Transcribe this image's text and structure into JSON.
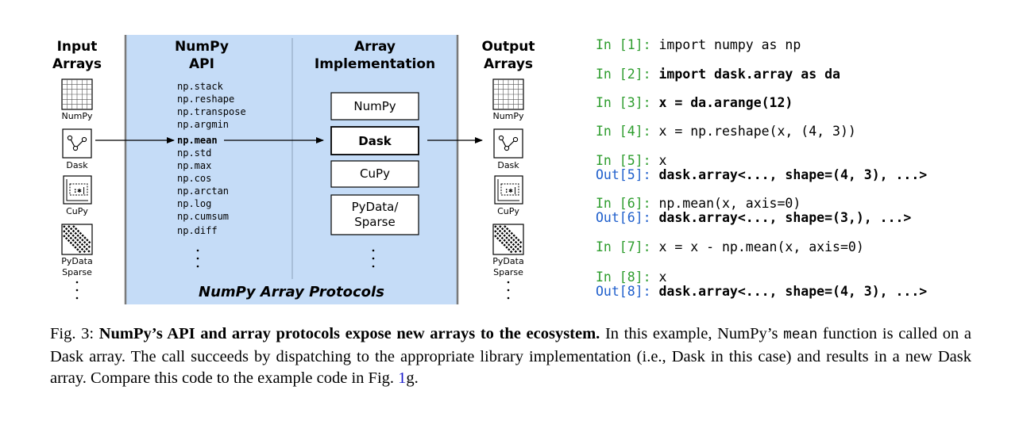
{
  "figure": {
    "input_header": [
      "Input",
      "Arrays"
    ],
    "numpy_header": [
      "NumPy",
      "API"
    ],
    "impl_header": [
      "Array",
      "Implementation"
    ],
    "output_header": [
      "Output",
      "Arrays"
    ],
    "functions": [
      "np.stack",
      "np.reshape",
      "np.transpose",
      "np.argmin",
      "np.mean",
      "np.std",
      "np.max",
      "np.cos",
      "np.arctan",
      "np.log",
      "np.cumsum",
      "np.diff"
    ],
    "highlighted_function": "np.mean",
    "implementations": [
      "NumPy",
      "Dask",
      "CuPy",
      [
        "PyData/",
        "Sparse"
      ]
    ],
    "array_labels": [
      "NumPy",
      "Dask",
      "CuPy",
      [
        "PyData",
        "Sparse"
      ]
    ],
    "protocols_label": "NumPy Array Protocols",
    "colors": {
      "panel": "#c5dcf7",
      "panel_border": "#7a7a7a",
      "prompt_in": "#2e9d2e",
      "prompt_out": "#1f5fcc"
    }
  },
  "code": {
    "cells": [
      {
        "in": "In [1]:",
        "input": "import numpy as np",
        "bold": false
      },
      {
        "in": "In [2]:",
        "input": "import dask.array as da",
        "bold": true
      },
      {
        "in": "In [3]:",
        "input": "x = da.arange(12)",
        "bold": true
      },
      {
        "in": "In [4]:",
        "input": "x = np.reshape(x, (4, 3))",
        "bold": false
      },
      {
        "in": "In [5]:",
        "input": "x",
        "bold": false,
        "out": "Out[5]:",
        "output": "dask.array<..., shape=(4, 3), ...>"
      },
      {
        "in": "In [6]:",
        "input": "np.mean(x, axis=0)",
        "bold": false,
        "out": "Out[6]:",
        "output": "dask.array<..., shape=(3,), ...>"
      },
      {
        "in": "In [7]:",
        "input": "x = x - np.mean(x, axis=0)",
        "bold": false
      },
      {
        "in": "In [8]:",
        "input": "x",
        "bold": false,
        "out": "Out[8]:",
        "output": "dask.array<..., shape=(4, 3), ...>"
      }
    ]
  },
  "caption": {
    "prefix": "Fig. 3: ",
    "bold": "NumPy’s API and array protocols expose new arrays to the ecosystem.",
    "text1": " In this example, NumPy’s ",
    "code": "mean",
    "text2": " function is called on a Dask array. The call succeeds by dispatching to the appropriate library implementation (i.e., Dask in this case) and results in a new Dask array. Compare this code to the example code in Fig. ",
    "ref": "1",
    "text3": "g."
  }
}
